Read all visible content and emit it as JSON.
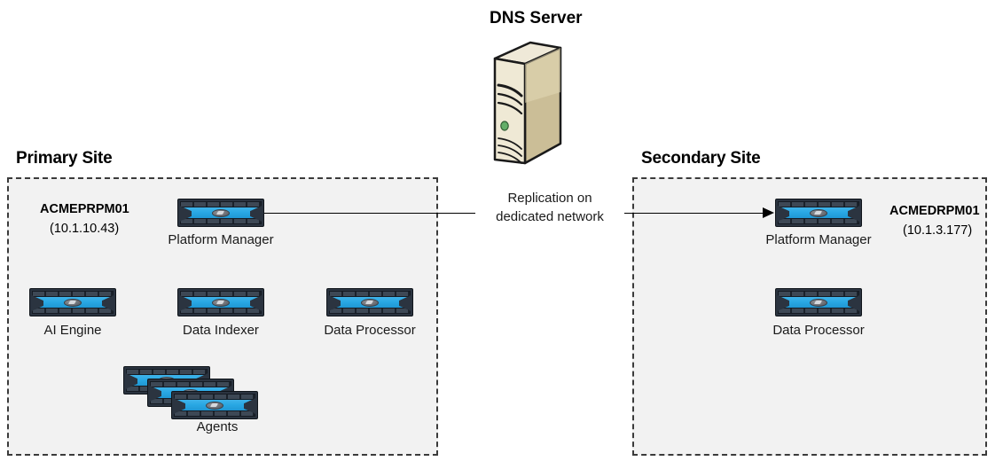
{
  "diagram": {
    "title_dns": "DNS Server",
    "sites": [
      {
        "name": "primary",
        "title": "Primary Site",
        "host_name": "ACMEPRPM01",
        "host_ip": "(10.1.10.43)",
        "devices": [
          {
            "id": "platform-manager",
            "label": "Platform Manager"
          },
          {
            "id": "ai-engine",
            "label": "AI Engine"
          },
          {
            "id": "data-indexer",
            "label": "Data Indexer"
          },
          {
            "id": "data-processor",
            "label": "Data Processor"
          },
          {
            "id": "agents",
            "label": "Agents"
          }
        ]
      },
      {
        "name": "secondary",
        "title": "Secondary Site",
        "host_name": "ACMEDRPM01",
        "host_ip": "(10.1.3.177)",
        "devices": [
          {
            "id": "platform-manager",
            "label": "Platform Manager"
          },
          {
            "id": "data-processor",
            "label": "Data Processor"
          }
        ]
      }
    ],
    "connector": {
      "label_line1": "Replication on",
      "label_line2": "dedicated network",
      "direction": "primary-to-secondary"
    },
    "colors": {
      "site_fill": "#f2f2f2",
      "site_border": "#3b3b3b",
      "device_band": "#29a8e4",
      "device_frame": "#2b3440",
      "server_front": "#efe9d5",
      "server_side": "#c9bc94",
      "server_led": "#5fae63",
      "connector": "#000000",
      "text": "#000000"
    }
  }
}
